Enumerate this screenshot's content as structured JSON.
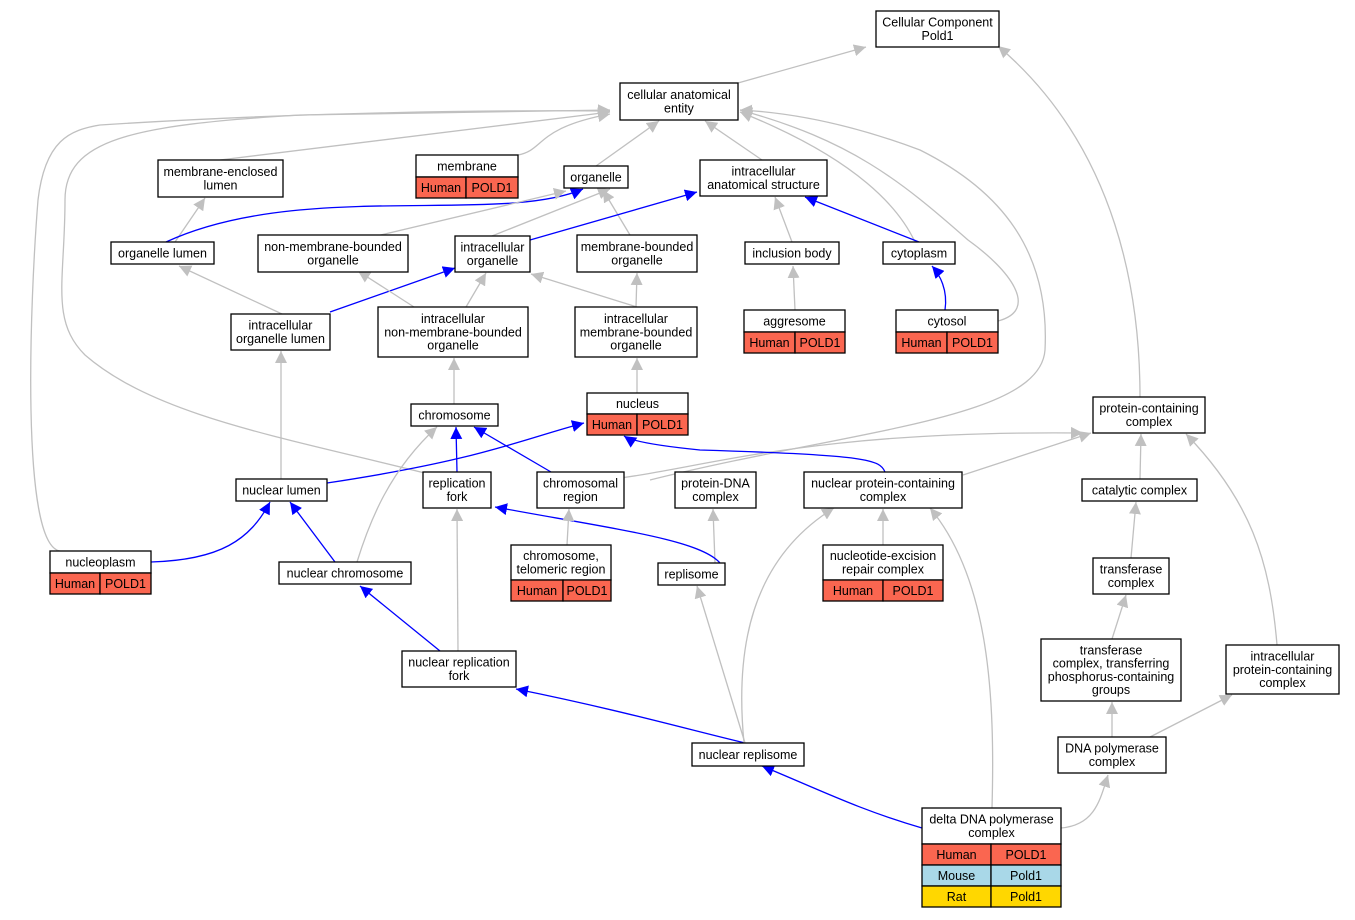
{
  "colors": {
    "gray_edge": "#c0c0c0",
    "blue_edge": "#0000ff",
    "human": "#fa6650",
    "mouse": "#a9d8e8",
    "rat": "#ffd700"
  },
  "nodes": [
    {
      "id": "cc",
      "lines": [
        "Cellular Component",
        "Pold1"
      ]
    },
    {
      "id": "cae",
      "lines": [
        "cellular anatomical",
        "entity"
      ]
    },
    {
      "id": "mel",
      "lines": [
        "membrane-enclosed",
        "lumen"
      ]
    },
    {
      "id": "membrane",
      "lines": [
        "membrane"
      ],
      "annotations": [
        [
          "Human",
          "POLD1"
        ]
      ]
    },
    {
      "id": "organelle",
      "lines": [
        "organelle"
      ]
    },
    {
      "id": "ias",
      "lines": [
        "intracellular",
        "anatomical structure"
      ]
    },
    {
      "id": "ol",
      "lines": [
        "organelle lumen"
      ]
    },
    {
      "id": "nmbo",
      "lines": [
        "non-membrane-bounded",
        "organelle"
      ]
    },
    {
      "id": "io",
      "lines": [
        "intracellular",
        "organelle"
      ]
    },
    {
      "id": "mbo",
      "lines": [
        "membrane-bounded",
        "organelle"
      ]
    },
    {
      "id": "ib",
      "lines": [
        "inclusion body"
      ]
    },
    {
      "id": "cytoplasm",
      "lines": [
        "cytoplasm"
      ]
    },
    {
      "id": "iol",
      "lines": [
        "intracellular",
        "organelle lumen"
      ]
    },
    {
      "id": "inmbo",
      "lines": [
        "intracellular",
        "non-membrane-bounded",
        "organelle"
      ]
    },
    {
      "id": "imbo",
      "lines": [
        "intracellular",
        "membrane-bounded",
        "organelle"
      ]
    },
    {
      "id": "aggresome",
      "lines": [
        "aggresome"
      ],
      "annotations": [
        [
          "Human",
          "POLD1"
        ]
      ]
    },
    {
      "id": "cytosol",
      "lines": [
        "cytosol"
      ],
      "annotations": [
        [
          "Human",
          "POLD1"
        ]
      ]
    },
    {
      "id": "chromosome",
      "lines": [
        "chromosome"
      ]
    },
    {
      "id": "nucleus",
      "lines": [
        "nucleus"
      ],
      "annotations": [
        [
          "Human",
          "POLD1"
        ]
      ]
    },
    {
      "id": "pcc",
      "lines": [
        "protein-containing",
        "complex"
      ]
    },
    {
      "id": "nlumen",
      "lines": [
        "nuclear lumen"
      ]
    },
    {
      "id": "rfork",
      "lines": [
        "replication",
        "fork"
      ]
    },
    {
      "id": "cregion",
      "lines": [
        "chromosomal",
        "region"
      ]
    },
    {
      "id": "pdna",
      "lines": [
        "protein-DNA",
        "complex"
      ]
    },
    {
      "id": "npcc",
      "lines": [
        "nuclear protein-containing",
        "complex"
      ]
    },
    {
      "id": "catc",
      "lines": [
        "catalytic complex"
      ]
    },
    {
      "id": "nucleoplasm",
      "lines": [
        "nucleoplasm"
      ],
      "annotations": [
        [
          "Human",
          "POLD1"
        ]
      ]
    },
    {
      "id": "ctr",
      "lines": [
        "chromosome,",
        "telomeric region"
      ],
      "annotations": [
        [
          "Human",
          "POLD1"
        ]
      ]
    },
    {
      "id": "replisome",
      "lines": [
        "replisome"
      ]
    },
    {
      "id": "nerc",
      "lines": [
        "nucleotide-excision",
        "repair complex"
      ],
      "annotations": [
        [
          "Human",
          "POLD1"
        ]
      ]
    },
    {
      "id": "tc",
      "lines": [
        "transferase",
        "complex"
      ]
    },
    {
      "id": "nchrom",
      "lines": [
        "nuclear chromosome"
      ]
    },
    {
      "id": "tctpg",
      "lines": [
        "transferase",
        "complex, transferring",
        "phosphorus-containing",
        "groups"
      ]
    },
    {
      "id": "ipcc",
      "lines": [
        "intracellular",
        "protein-containing",
        "complex"
      ]
    },
    {
      "id": "nrf",
      "lines": [
        "nuclear replication",
        "fork"
      ]
    },
    {
      "id": "nrep",
      "lines": [
        "nuclear replisome"
      ]
    },
    {
      "id": "dnapc",
      "lines": [
        "DNA polymerase",
        "complex"
      ]
    },
    {
      "id": "ddpc",
      "lines": [
        "delta DNA polymerase",
        "complex"
      ],
      "annotations": [
        [
          "Human",
          "POLD1"
        ],
        [
          "Mouse",
          "Pold1"
        ],
        [
          "Rat",
          "Pold1"
        ]
      ]
    }
  ]
}
